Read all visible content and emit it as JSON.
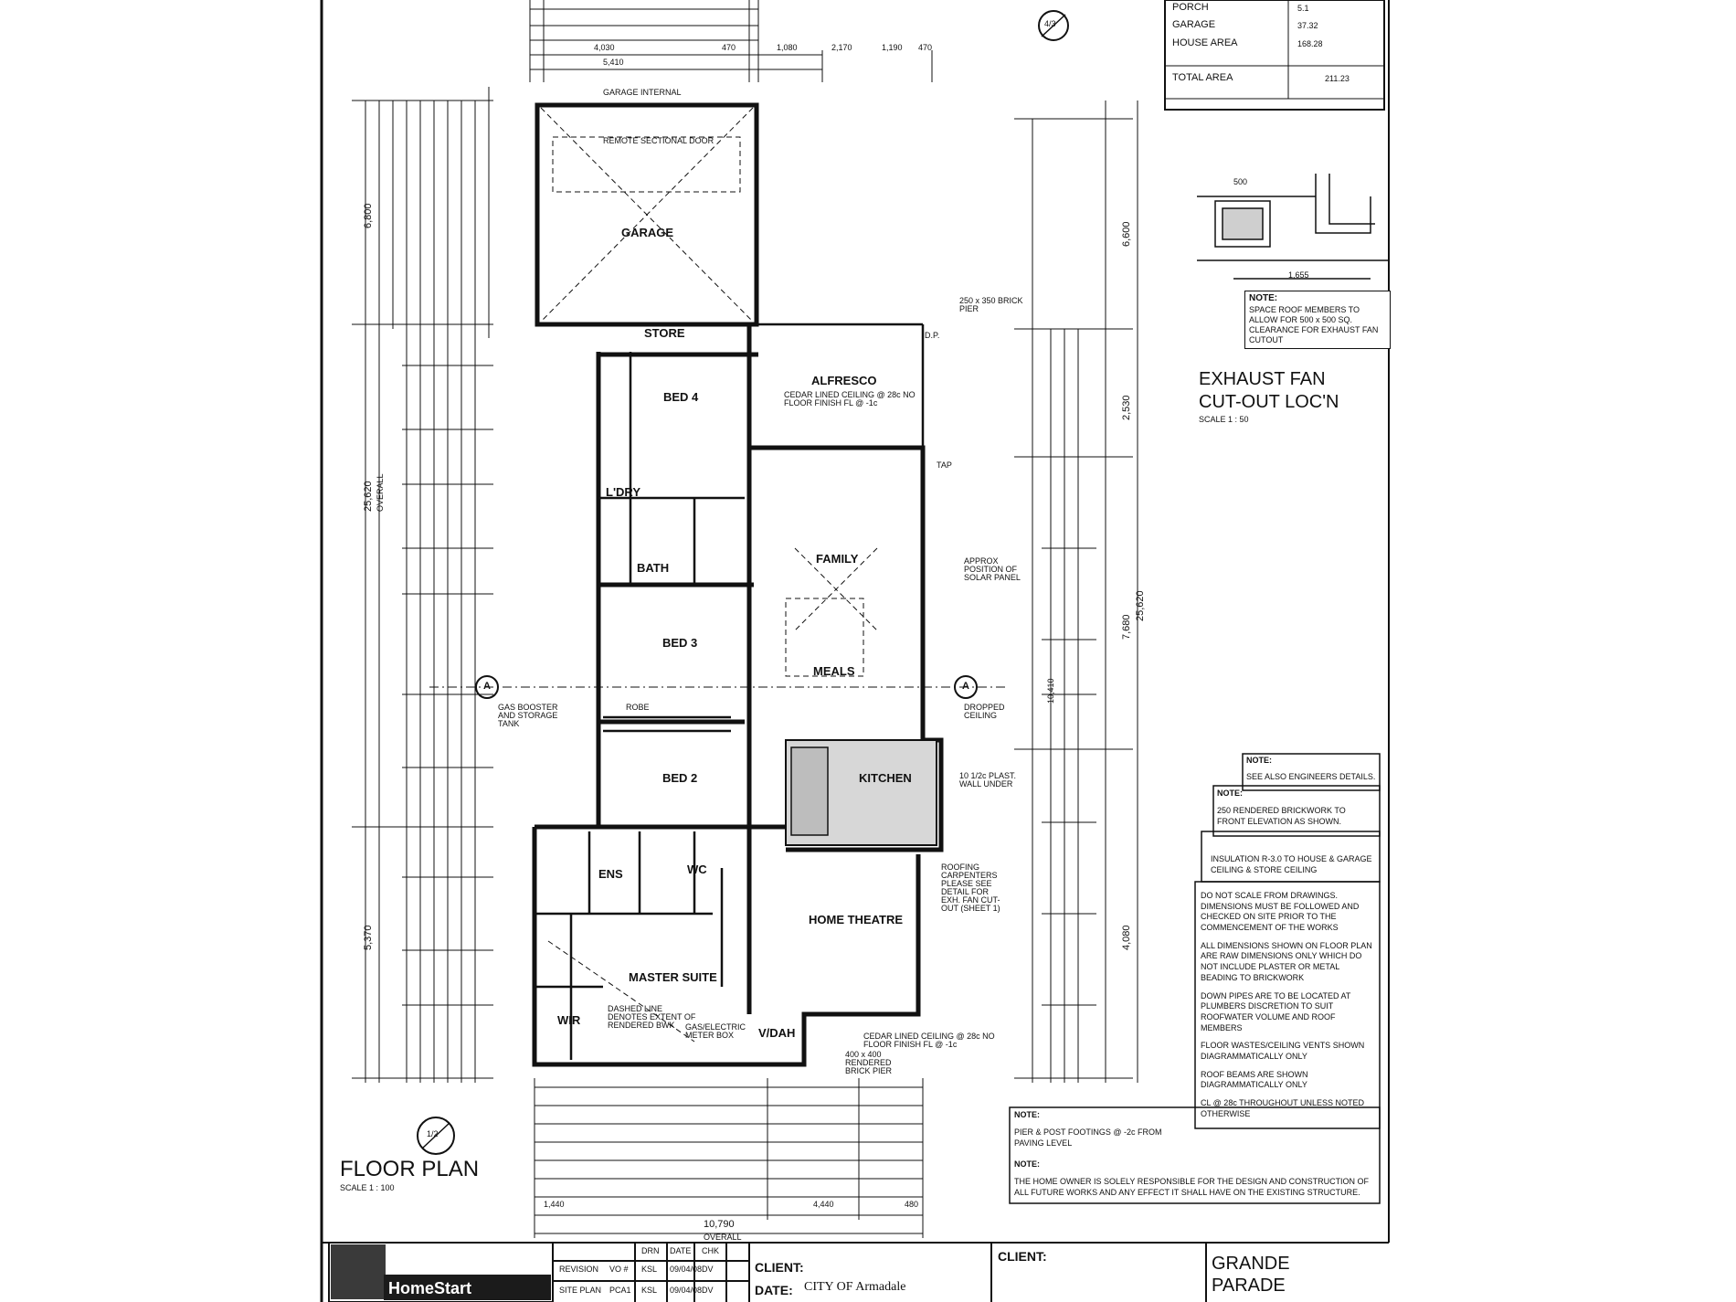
{
  "area_schedule": {
    "rows": [
      {
        "label": "PORCH",
        "value": "5.1"
      },
      {
        "label": "GARAGE",
        "value": "37.32"
      },
      {
        "label": "HOUSE AREA",
        "value": "168.28"
      }
    ],
    "total_label": "TOTAL AREA",
    "total_value": "211.23"
  },
  "rooms": {
    "garage": "GARAGE",
    "garage_door": "REMOTE SECTIONAL DOOR",
    "store": "STORE",
    "alfresco": "ALFRESCO",
    "bed4": "BED 4",
    "ldry": "L'DRY",
    "bath": "BATH",
    "family": "FAMILY",
    "bed3": "BED 3",
    "meals": "MEALS",
    "bed2": "BED 2",
    "kitchen": "KITCHEN",
    "ens": "ENS",
    "wc": "WC",
    "home_theatre": "HOME THEATRE",
    "master_suite": "MASTER SUITE",
    "wir": "WIR",
    "vdah": "V/DAH",
    "robe": "ROBE"
  },
  "annotations": {
    "gas_booster": "GAS BOOSTER AND STORAGE TANK",
    "solar_panel": "APPROX POSITION OF SOLAR PANEL",
    "brick_pier": "250 x 350 BRICK PIER",
    "roofing": "ROOFING CARPENTERS PLEASE SEE DETAIL FOR EXH. FAN CUT-OUT (SHEET 1)",
    "cedar_ceiling": "CEDAR LINED CEILING @ 28c NO FLOOR FINISH FL @ -1c",
    "dashed_line": "DASHED LINE DENOTES EXTENT OF RENDERED BWK",
    "gas_meter": "GAS/ELECTRIC METER BOX",
    "rendered_pier": "400 x 400 RENDERED BRICK PIER",
    "dropped_ceiling": "DROPPED CEILING",
    "plast_wall": "10 1/2c PLAST. WALL UNDER",
    "tap": "TAP",
    "dp": "D.P."
  },
  "dimensions": {
    "overall_length": "25,620",
    "overall_label": "OVERALL",
    "overall_width": "10,790",
    "garage_internal": "GARAGE INTERNAL",
    "left_6800": "6,800",
    "left_5370": "5,370",
    "right_6600": "6,600",
    "right_2530": "2,530",
    "right_7680": "7,680",
    "right_4080": "4,080",
    "right_10410": "10,410",
    "top_row": [
      "4,030",
      "470",
      "1,080",
      "2,170",
      "1,190",
      "470"
    ],
    "top_row2": [
      "5,410"
    ],
    "bottom_row": [
      "1,440",
      "4,440",
      "480"
    ]
  },
  "exhaust": {
    "title_line1": "EXHAUST FAN",
    "title_line2": "CUT-OUT LOC'N",
    "scale": "SCALE 1 : 50",
    "dim_500": "500",
    "dim_1655": "1,655",
    "note_label": "NOTE:",
    "note_text": "SPACE ROOF MEMBERS TO ALLOW FOR 500 x 500 SQ. CLEARANCE FOR EXHAUST FAN CUTOUT"
  },
  "notes": {
    "n1_label": "NOTE:",
    "n1": "SEE ALSO ENGINEERS DETAILS.",
    "n2_label": "NOTE:",
    "n2": "250 RENDERED BRICKWORK TO FRONT ELEVATION AS SHOWN.",
    "n3": "INSULATION R-3.0 TO HOUSE & GARAGE CEILING & STORE CEILING",
    "list": [
      "DO NOT SCALE FROM DRAWINGS. DIMENSIONS MUST BE FOLLOWED AND CHECKED ON SITE PRIOR TO THE COMMENCEMENT OF THE WORKS",
      "ALL DIMENSIONS SHOWN ON FLOOR PLAN ARE RAW DIMENSIONS ONLY WHICH DO NOT INCLUDE PLASTER OR METAL BEADING TO BRICKWORK",
      "DOWN PIPES ARE TO BE LOCATED AT PLUMBERS DISCRETION TO SUIT ROOFWATER VOLUME AND ROOF MEMBERS",
      "FLOOR WASTES/CEILING VENTS SHOWN DIAGRAMMATICALLY ONLY",
      "ROOF BEAMS ARE SHOWN DIAGRAMMATICALLY ONLY",
      "CL @ 28c THROUGHOUT UNLESS NOTED OTHERWISE"
    ],
    "pier_label": "NOTE:",
    "pier": "PIER & POST FOOTINGS @ -2c FROM PAVING LEVEL",
    "owner_label": "NOTE:",
    "owner": "THE HOME OWNER IS SOLELY RESPONSIBLE FOR THE DESIGN AND CONSTRUCTION OF ALL FUTURE WORKS AND ANY EFFECT IT SHALL HAVE ON THE EXISTING STRUCTURE."
  },
  "plan_title": "FLOOR PLAN",
  "plan_scale": "SCALE 1 : 100",
  "section_marker": "A",
  "sheet_ref_top": "4/3",
  "sheet_ref_bottom": "1/2",
  "title_block": {
    "brand": "HomeStart",
    "col_drn": "DRN",
    "col_date": "DATE",
    "col_chk": "CHK",
    "rows": [
      {
        "label": "REVISION",
        "vo": "VO #",
        "drn": "KSL",
        "date": "09/04/08",
        "chk": "DV"
      },
      {
        "label": "SITE PLAN",
        "vo": "PCA1",
        "drn": "KSL",
        "date": "09/04/08",
        "chk": "DV"
      }
    ],
    "client_label": "CLIENT:",
    "date_label": "DATE:",
    "council": "CITY OF Armadale",
    "client2_label": "CLIENT:",
    "estate_line1": "GRANDE",
    "estate_line2": "PARADE"
  },
  "colors": {
    "ink": "#111111",
    "paper": "#ffffff"
  }
}
